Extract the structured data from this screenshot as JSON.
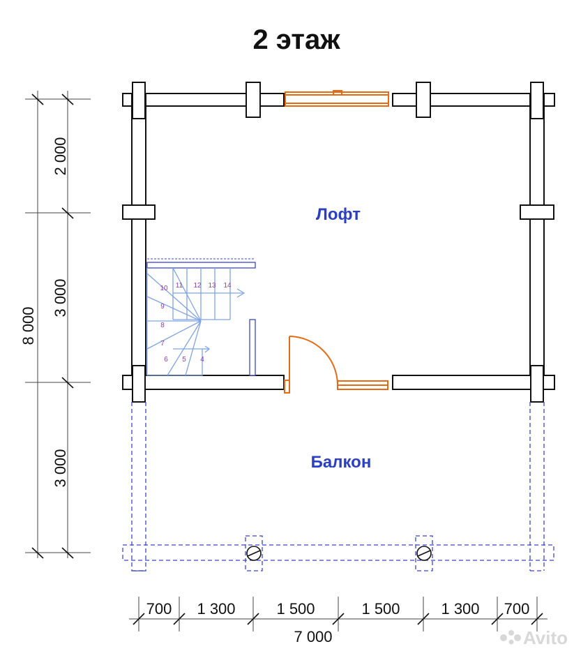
{
  "title": "2 этаж",
  "rooms": {
    "loft": "Лофт",
    "balcony": "Балкон"
  },
  "dimensions": {
    "left_segments": [
      "2 000",
      "3 000",
      "3 000"
    ],
    "left_total": "8 000",
    "bottom_segments": [
      "700",
      "1 300",
      "1 500",
      "1 500",
      "1 300",
      "700"
    ],
    "bottom_total": "7 000"
  },
  "stair_steps": [
    "4",
    "5",
    "6",
    "7",
    "8",
    "9",
    "10",
    "11",
    "12",
    "13",
    "14"
  ],
  "watermark": "Avito",
  "colors": {
    "walls": "#111111",
    "room_labels": "#2a3fc4",
    "balcony_dashed": "#3b46c8",
    "stairs": "#7ea4e6",
    "door_window": "#e66a14",
    "step_numbers": "#8a3fa8"
  }
}
